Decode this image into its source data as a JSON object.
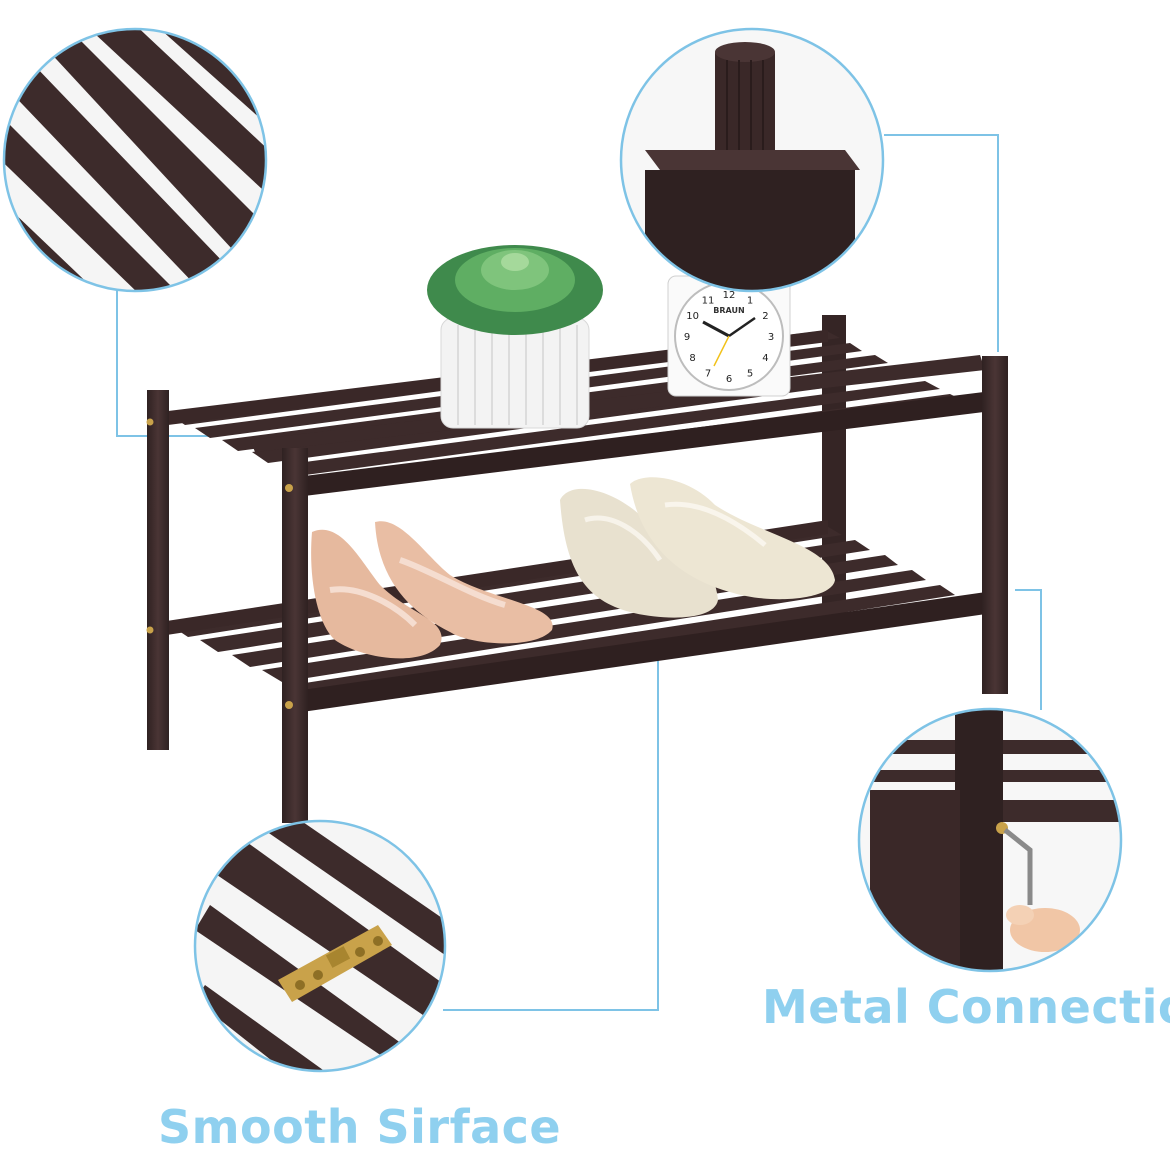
{
  "callouts": {
    "metal_connection": "Metal Connection",
    "smooth_surface": "Smooth Sirface"
  },
  "clock": {
    "brand": "BRAUN",
    "numerals": [
      "12",
      "1",
      "2",
      "3",
      "4",
      "5",
      "6",
      "7",
      "8",
      "9",
      "10",
      "11"
    ]
  },
  "colors": {
    "wood": "#3b2a2a",
    "wood_light": "#5a4443",
    "accent_blue": "#8fd0ef",
    "line_blue": "#7ec3e6",
    "brass": "#c9a24a"
  }
}
